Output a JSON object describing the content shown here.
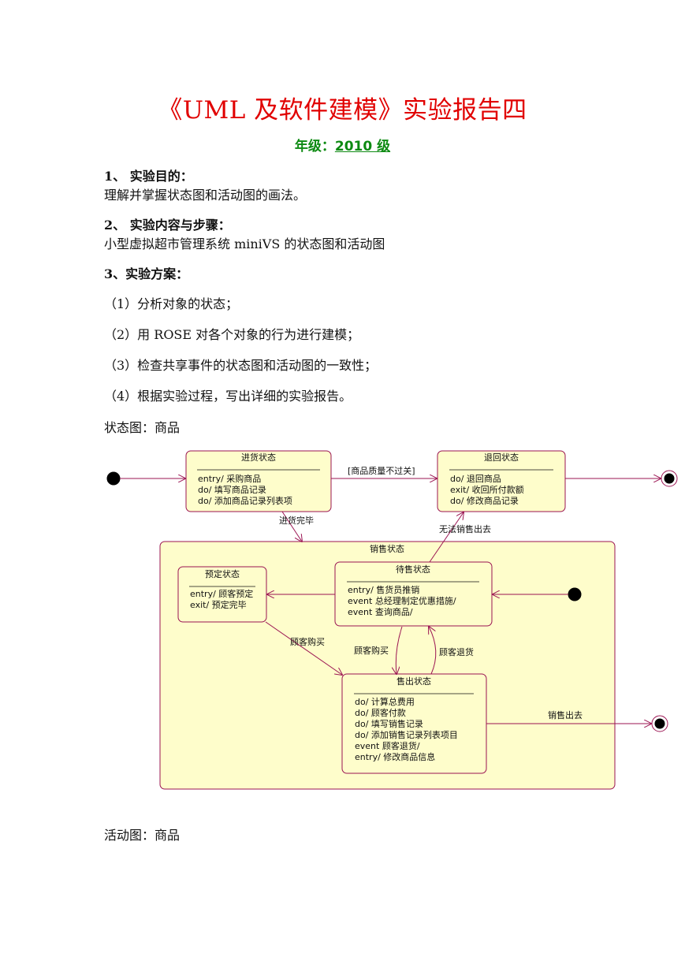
{
  "doc": {
    "title": "《UML 及软件建模》实验报告四",
    "grade_label": "年级：",
    "grade_value": "2010 级"
  },
  "sections": {
    "s1_heading": "1、 实验目的：",
    "s1_text": "理解并掌握状态图和活动图的画法。",
    "s2_heading": "2、 实验内容与步骤：",
    "s2_text": "小型虚拟超市管理系统 miniVS 的状态图和活动图",
    "s3_heading": "3、实验方案：",
    "steps": [
      "（1）分析对象的状态；",
      "（2）用 ROSE 对各个对象的行为进行建模；",
      "（3）检查共享事件的状态图和活动图的一致性；",
      "（4）根据实验过程，写出详细的实验报告。"
    ],
    "state_caption": "状态图：商品",
    "activity_caption": "活动图：商品"
  },
  "diagram": {
    "colors": {
      "fill": "#fefdcb",
      "stroke": "#9b1452",
      "text": "#111111"
    },
    "states": {
      "jinhuo": {
        "name": "进货状态",
        "actions": [
          "entry/ 采购商品",
          "do/ 填写商品记录",
          "do/ 添加商品记录列表项"
        ]
      },
      "tuihui": {
        "name": "退回状态",
        "actions": [
          "do/ 退回商品",
          "exit/ 收回所付款额",
          "do/ 修改商品记录"
        ]
      },
      "xiaoshou": {
        "name": "销售状态"
      },
      "yuding": {
        "name": "预定状态",
        "actions": [
          "entry/ 顾客预定",
          "exit/ 预定完毕"
        ]
      },
      "daishou": {
        "name": "待售状态",
        "actions": [
          "entry/ 售货员推销",
          "event 总经理制定优惠措施/",
          "event 查询商品/"
        ]
      },
      "shouchu": {
        "name": "售出状态",
        "actions": [
          "do/ 计算总费用",
          "do/ 顾客付款",
          "do/ 填写销售记录",
          "do/ 添加销售记录列表项目",
          "event 顾客退货/",
          "entry/ 修改商品信息"
        ]
      }
    },
    "transitions": {
      "quality_fail": "[商品质量不过关]",
      "jinhuo_done": "进货完毕",
      "unsellable": "无法销售出去",
      "buy1": "顾客购买",
      "buy2": "顾客购买",
      "return": "顾客退货",
      "sold_out": "销售出去"
    }
  }
}
